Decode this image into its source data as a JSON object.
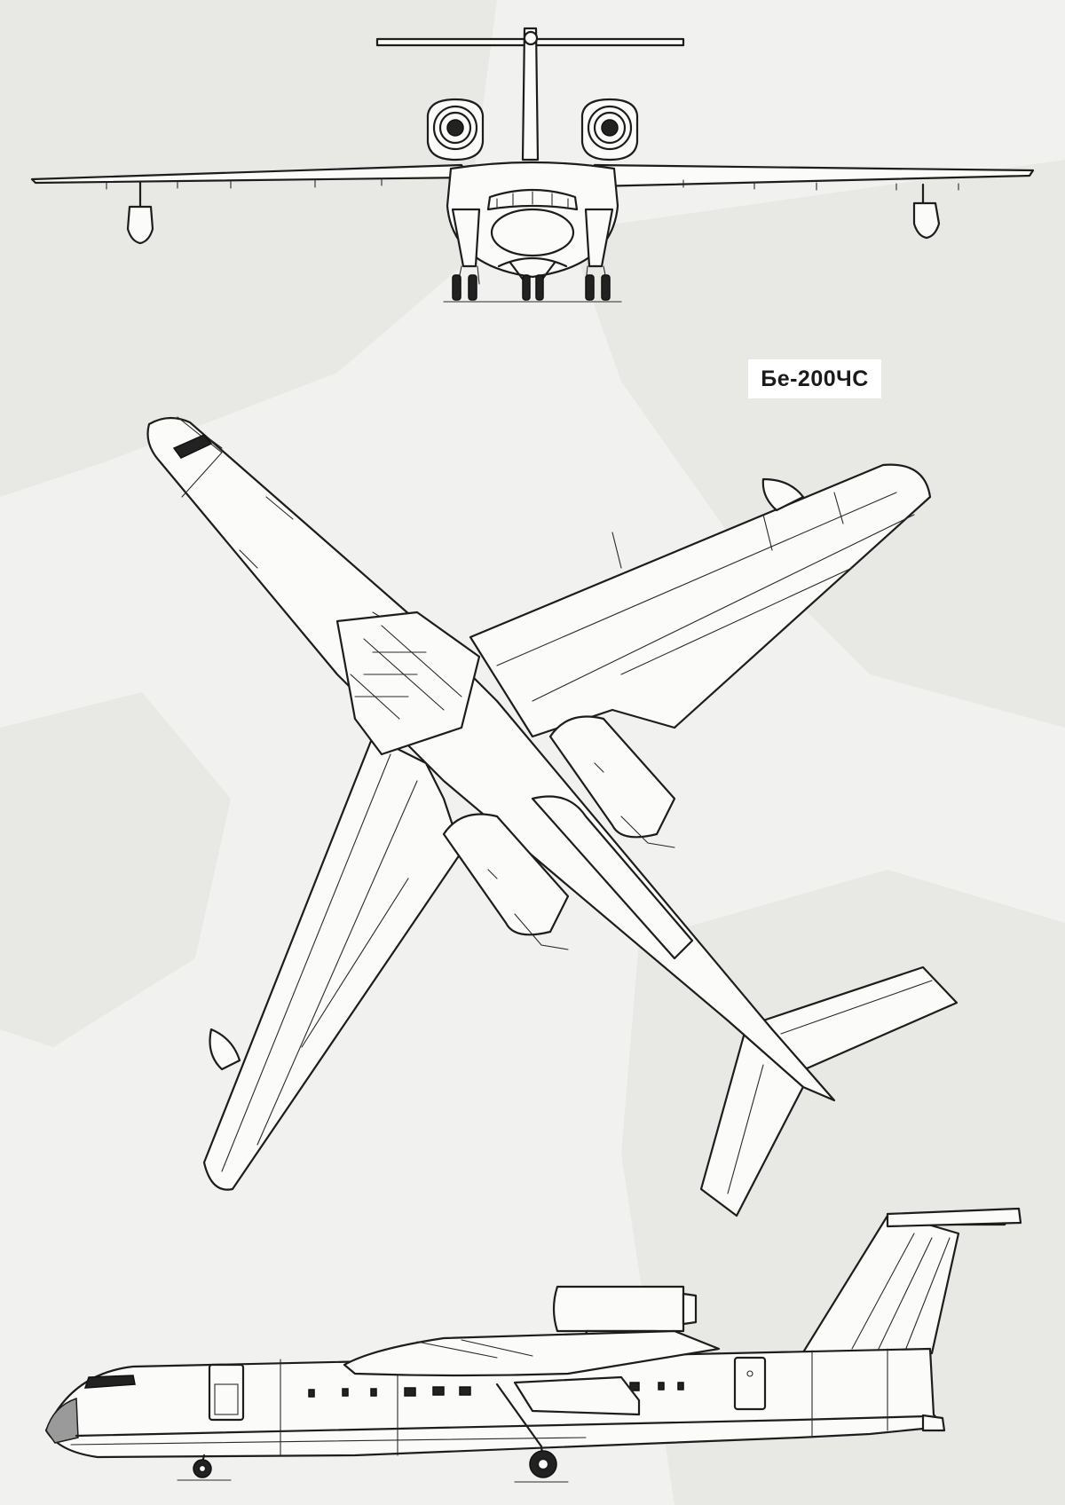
{
  "title": "Бе-200ЧС",
  "views": [
    "front-view",
    "top-view",
    "side-view"
  ]
}
